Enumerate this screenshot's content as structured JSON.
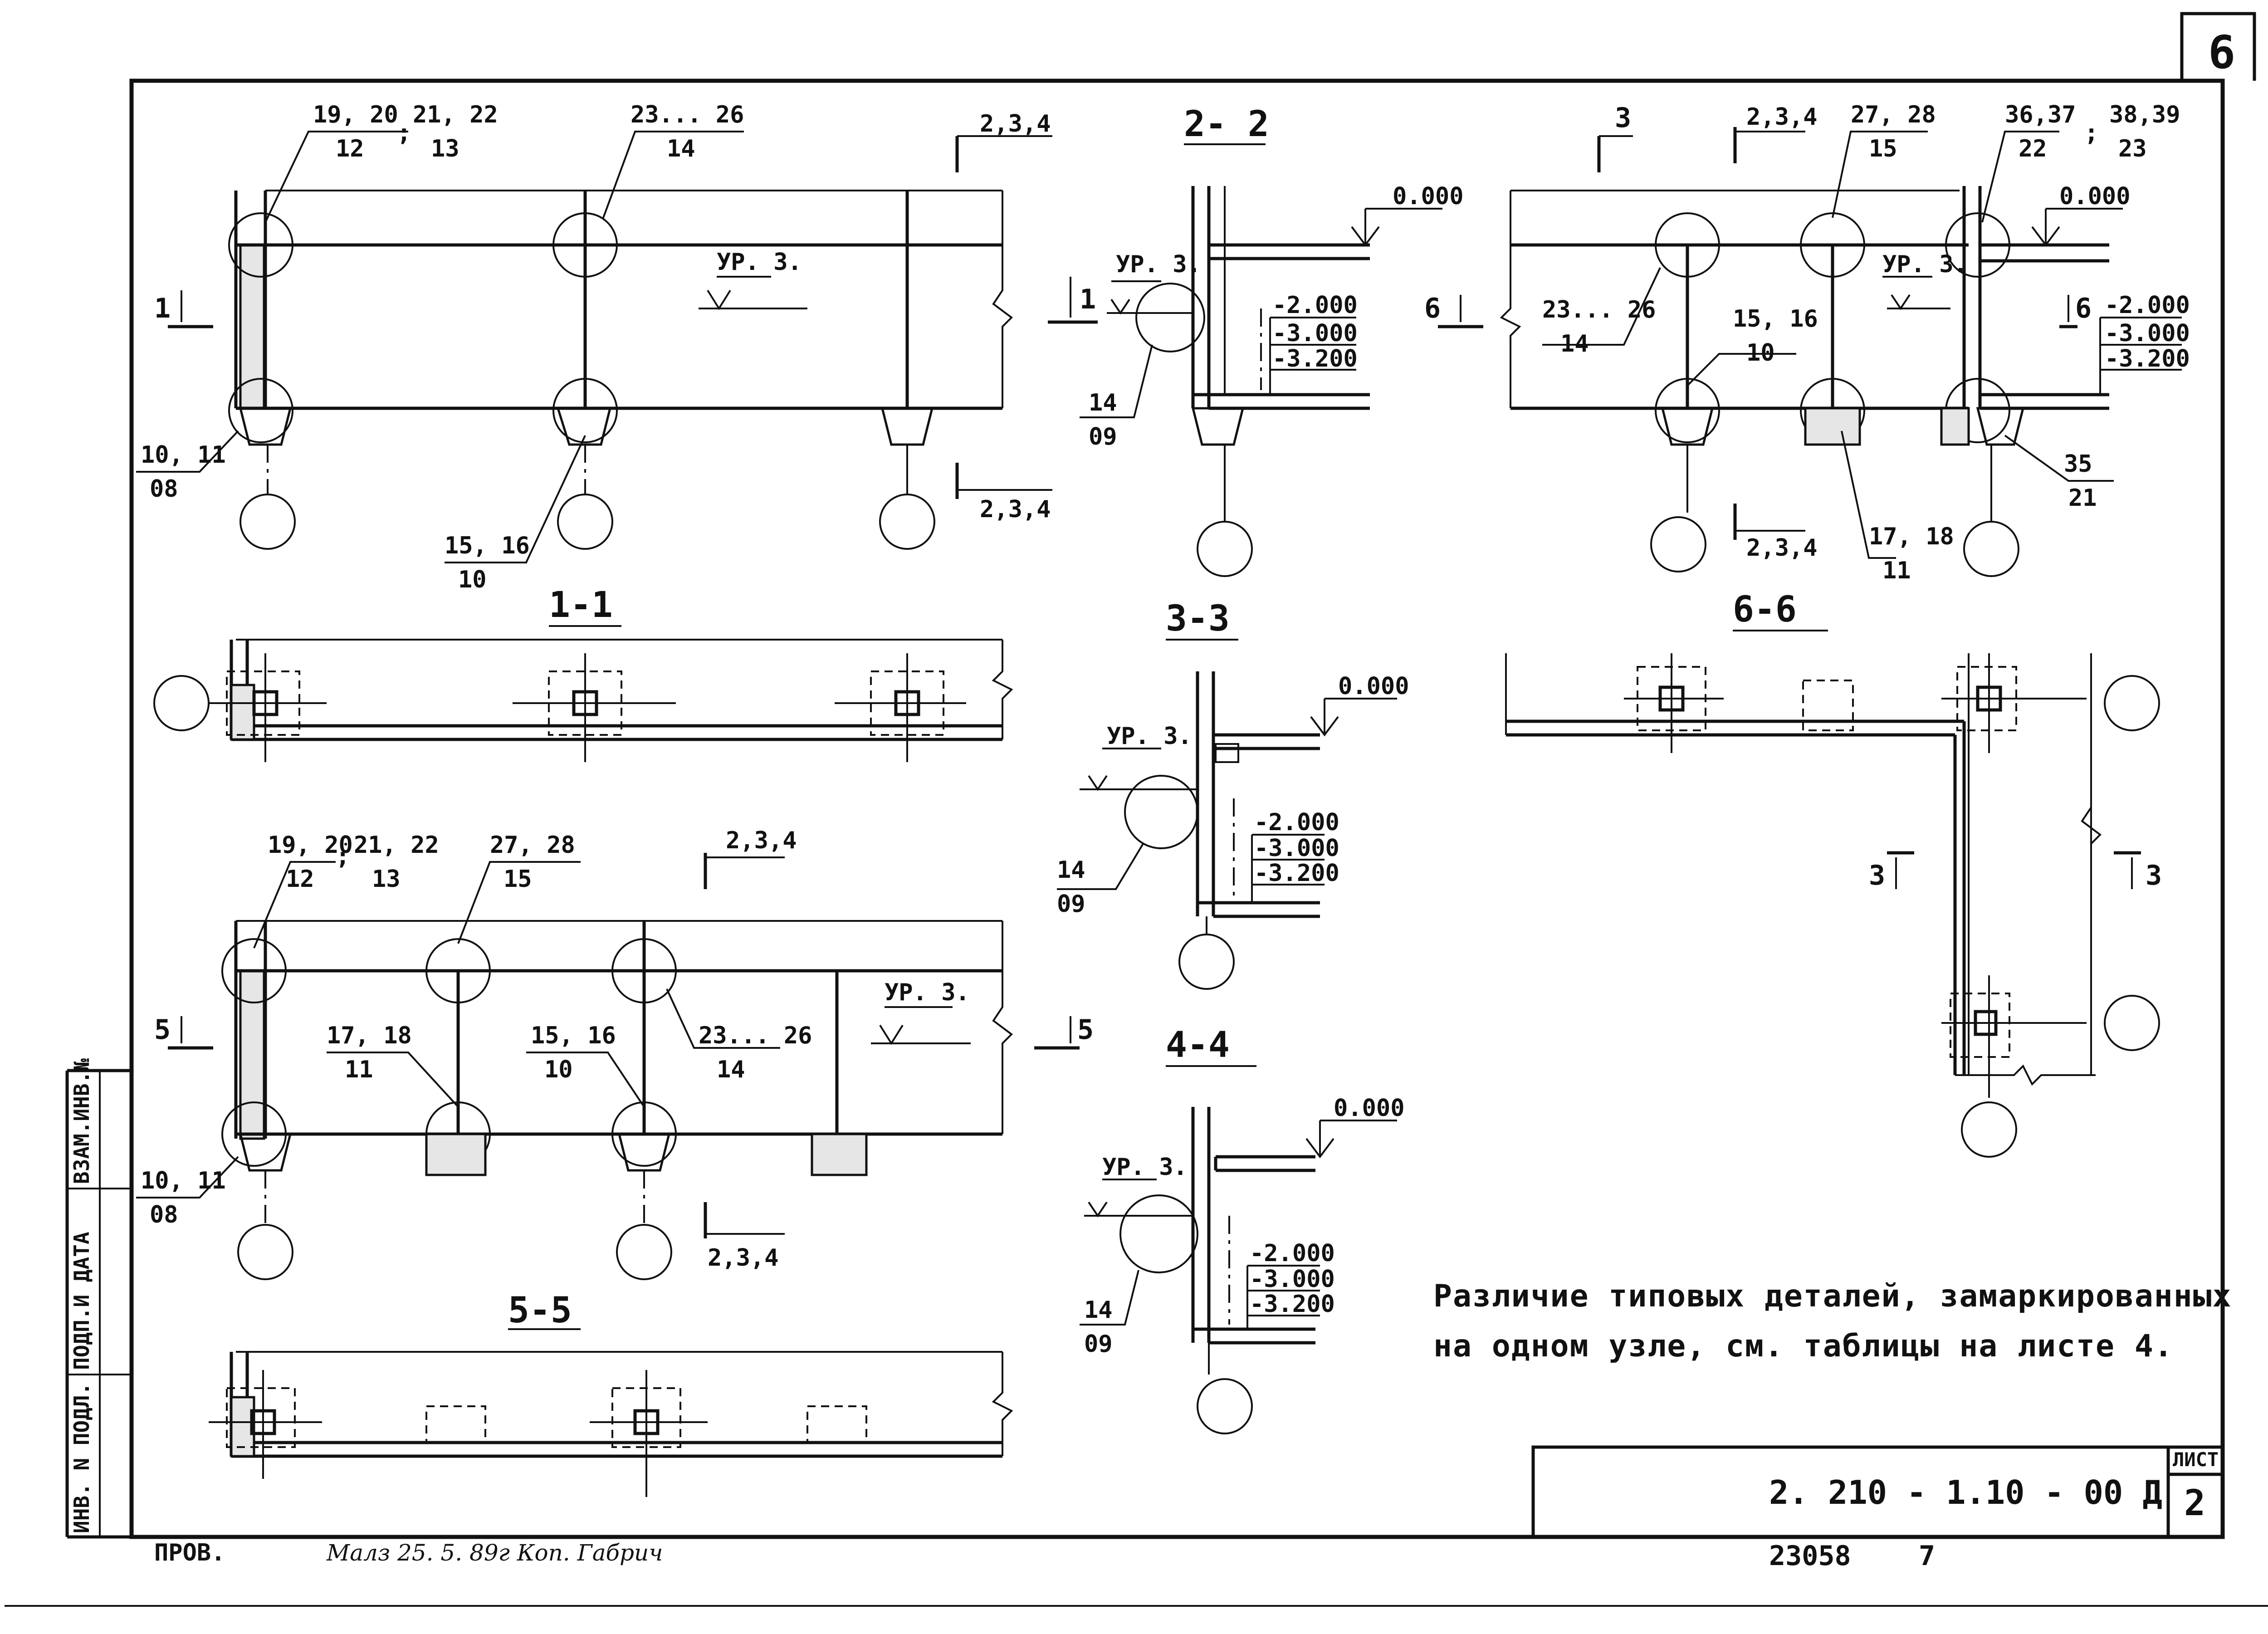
{
  "sheet_corner_number": "6",
  "title_block": {
    "code": "2. 210 - 1.10 - 00 Д",
    "list_label": "ЛИСТ",
    "list_number": "2",
    "archive_number": "23058",
    "archive_copy": "7"
  },
  "side_stamp": [
    "ВЗАМ.ИНВ.№",
    "ПОДП.И ДАТА",
    "ИНВ. N ПОДЛ."
  ],
  "footer": {
    "prov": "ПРОВ.",
    "handwriting": "Малз   25. 5. 89г   Коп. Габрич"
  },
  "note": {
    "line1": "Различие  типовых  деталей,  замаркированных",
    "line2": "на  одном   узле,   см.  таблицы  на  листе  4."
  },
  "sections": {
    "s11": "1-1",
    "s22": "2- 2",
    "s33": "3-3",
    "s44": "4-4",
    "s55": "5-5",
    "s66": "6-6"
  },
  "levels": {
    "zero": "0.000",
    "m2": "-2.000",
    "m3": "-3.000",
    "m32": "-3.200",
    "ur": "УР. З."
  },
  "marks": {
    "cut_1": "1",
    "cut_3": "3",
    "cut_5": "5",
    "cut_6": "6",
    "cut_234": "2,3,4",
    "c_19_20": "19, 20",
    "c_12": "12",
    "c_21_22": "21, 22",
    "c_13": "13",
    "c_23_26": "23... 26",
    "c_14": "14",
    "c_10_11": "10, 11",
    "c_08": "08",
    "c_15_16": "15, 16",
    "c_10": "10",
    "c_27_28": "27, 28",
    "c_15": "15",
    "c_17_18": "17, 18",
    "c_11": "11",
    "c_36_37": "36,37",
    "c_22": "22",
    "c_38_39": "38,39",
    "c_23": "23",
    "c_35": "35",
    "c_21": "21",
    "c_14b": "14",
    "c_09": "09",
    "semicolon": ";"
  }
}
